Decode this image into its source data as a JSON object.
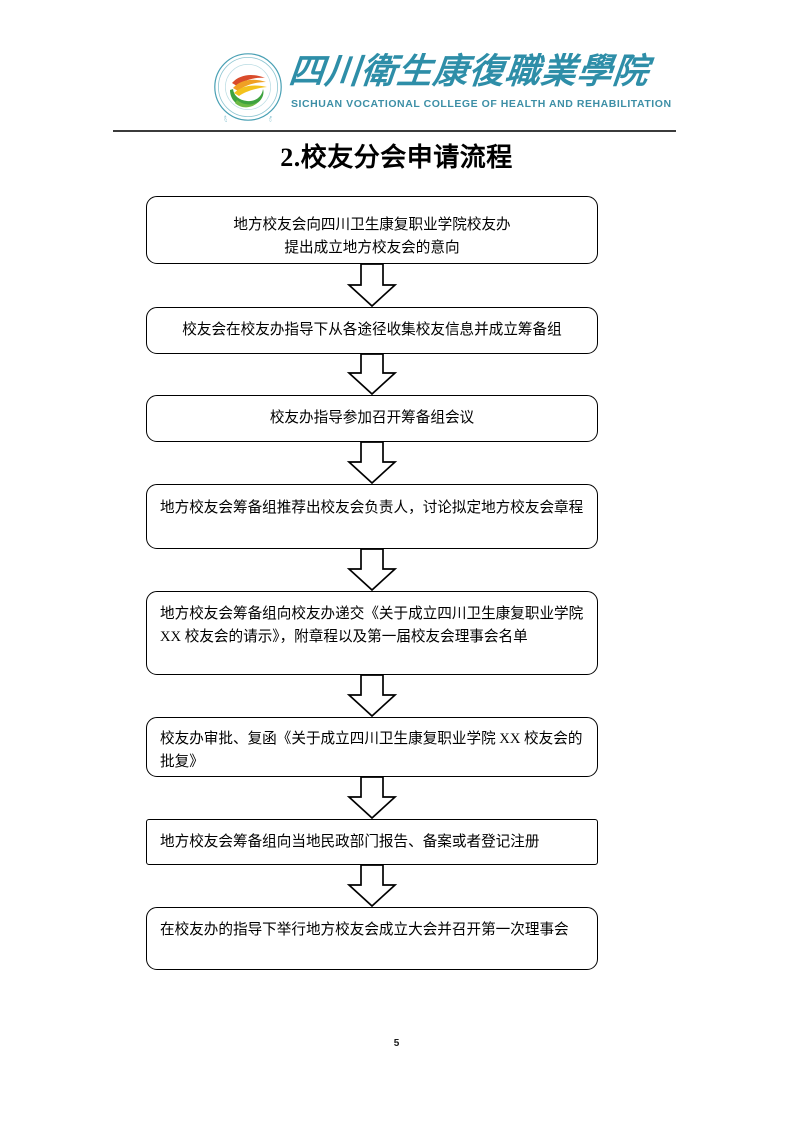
{
  "header": {
    "emblem_icon": "college-emblem-icon",
    "college_name_cn": "四川衛生康復職業學院",
    "college_name_en": "SICHUAN VOCATIONAL COLLEGE OF HEALTH AND REHABILITATION",
    "brand_color": "#2e8ea8",
    "rule_color": "#3b3b3b"
  },
  "title": "2.校友分会申请流程",
  "flow": {
    "arrow_icon": "block-down-arrow-icon",
    "steps": [
      {
        "id": "step-1",
        "text": "地方校友会向四川卫生康复职业学院校友办\n提出成立地方校友会的意向",
        "align": "center",
        "height": 68,
        "corner": "round",
        "pad_top": 17
      },
      {
        "id": "step-2",
        "text": "校友会在校友办指导下从各途径收集校友信息并成立筹备组",
        "align": "center",
        "height": 47,
        "corner": "round",
        "pad_top": 11
      },
      {
        "id": "step-3",
        "text": "校友办指导参加召开筹备组会议",
        "align": "center",
        "height": 47,
        "corner": "round",
        "pad_top": 11
      },
      {
        "id": "step-4",
        "text": "地方校友会筹备组推荐出校友会负责人，讨论拟定地方校友会章程",
        "align": "left",
        "height": 65,
        "corner": "round",
        "pad_top": 12
      },
      {
        "id": "step-5",
        "text": "地方校友会筹备组向校友办递交《关于成立四川卫生康复职业学院 XX 校友会的请示》，附章程以及第一届校友会理事会名单",
        "align": "left",
        "height": 84,
        "corner": "round",
        "pad_top": 11
      },
      {
        "id": "step-6",
        "text": "校友办审批、复函《关于成立四川卫生康复职业学院 XX 校友会的批复》",
        "align": "left",
        "height": 60,
        "corner": "round",
        "pad_top": 10
      },
      {
        "id": "step-7",
        "text": "地方校友会筹备组向当地民政部门报告、备案或者登记注册",
        "align": "left",
        "height": 46,
        "corner": "square",
        "pad_top": 11
      },
      {
        "id": "step-8",
        "text": "在校友办的指导下举行地方校友会成立大会并召开第一次理事会",
        "align": "left",
        "height": 63,
        "corner": "round",
        "pad_top": 11
      }
    ],
    "gaps": [
      43,
      41,
      42,
      42,
      42,
      42,
      42
    ]
  },
  "footer": {
    "page_number": "5"
  }
}
